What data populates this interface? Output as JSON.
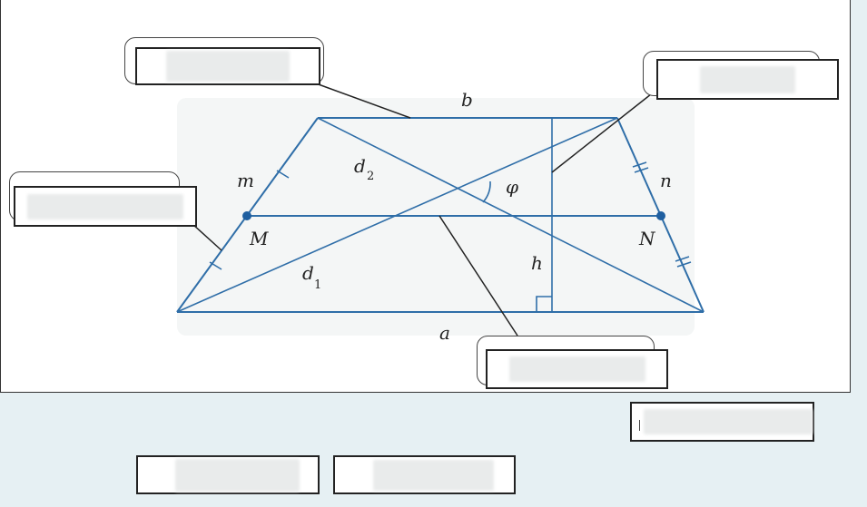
{
  "diagram": {
    "figure": "trapezoid",
    "labels": {
      "top_base": "b",
      "bottom_base": "a",
      "left_leg": "m",
      "right_leg": "n",
      "midpoint_left": "M",
      "midpoint_right": "N",
      "diagonal_1": "d",
      "diagonal_1_sub": "1",
      "diagonal_2": "d",
      "diagonal_2_sub": "2",
      "height": "h",
      "angle": "φ"
    },
    "colors": {
      "lines": "#2f6ea8",
      "leaders": "#222222",
      "background": "#e6f0f3"
    }
  },
  "drop_targets": [
    {
      "id": "target-base",
      "value": ""
    },
    {
      "id": "target-height",
      "value": ""
    },
    {
      "id": "target-lateral-side",
      "value": ""
    },
    {
      "id": "target-midline",
      "value": ""
    }
  ],
  "answer_box": {
    "value": ""
  },
  "buttons": [
    {
      "label": ""
    },
    {
      "label": ""
    }
  ]
}
